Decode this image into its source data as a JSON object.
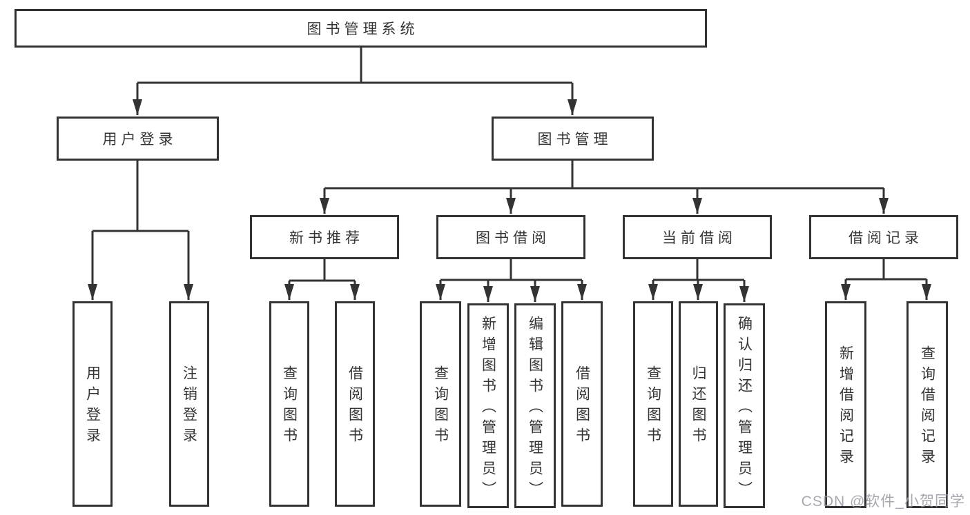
{
  "diagram": {
    "title": "图书管理系统",
    "tree": {
      "label": "图书管理系统",
      "children": [
        {
          "label": "用户登录",
          "children": [
            {
              "label": "用户登录"
            },
            {
              "label": "注销登录"
            }
          ]
        },
        {
          "label": "图书管理",
          "children": [
            {
              "label": "新书推荐",
              "children": [
                {
                  "label": "查询图书"
                },
                {
                  "label": "借阅图书"
                }
              ]
            },
            {
              "label": "图书借阅",
              "children": [
                {
                  "label": "查询图书"
                },
                {
                  "label": "新增图书（管理员）"
                },
                {
                  "label": "编辑图书（管理员）"
                },
                {
                  "label": "借阅图书"
                }
              ]
            },
            {
              "label": "当前借阅",
              "children": [
                {
                  "label": "查询图书"
                },
                {
                  "label": "归还图书"
                },
                {
                  "label": "确认归还（管理员）"
                }
              ]
            },
            {
              "label": "借阅记录",
              "children": [
                {
                  "label": "新增借阅记录"
                },
                {
                  "label": "查询借阅记录"
                }
              ]
            }
          ]
        }
      ]
    }
  },
  "watermark": {
    "text": "CSDN @软件_小贺同学"
  },
  "colors": {
    "line": "#333333",
    "box_border": "#333333",
    "text": "#343434",
    "background": "#ffffff",
    "watermark": "#9898a3"
  }
}
